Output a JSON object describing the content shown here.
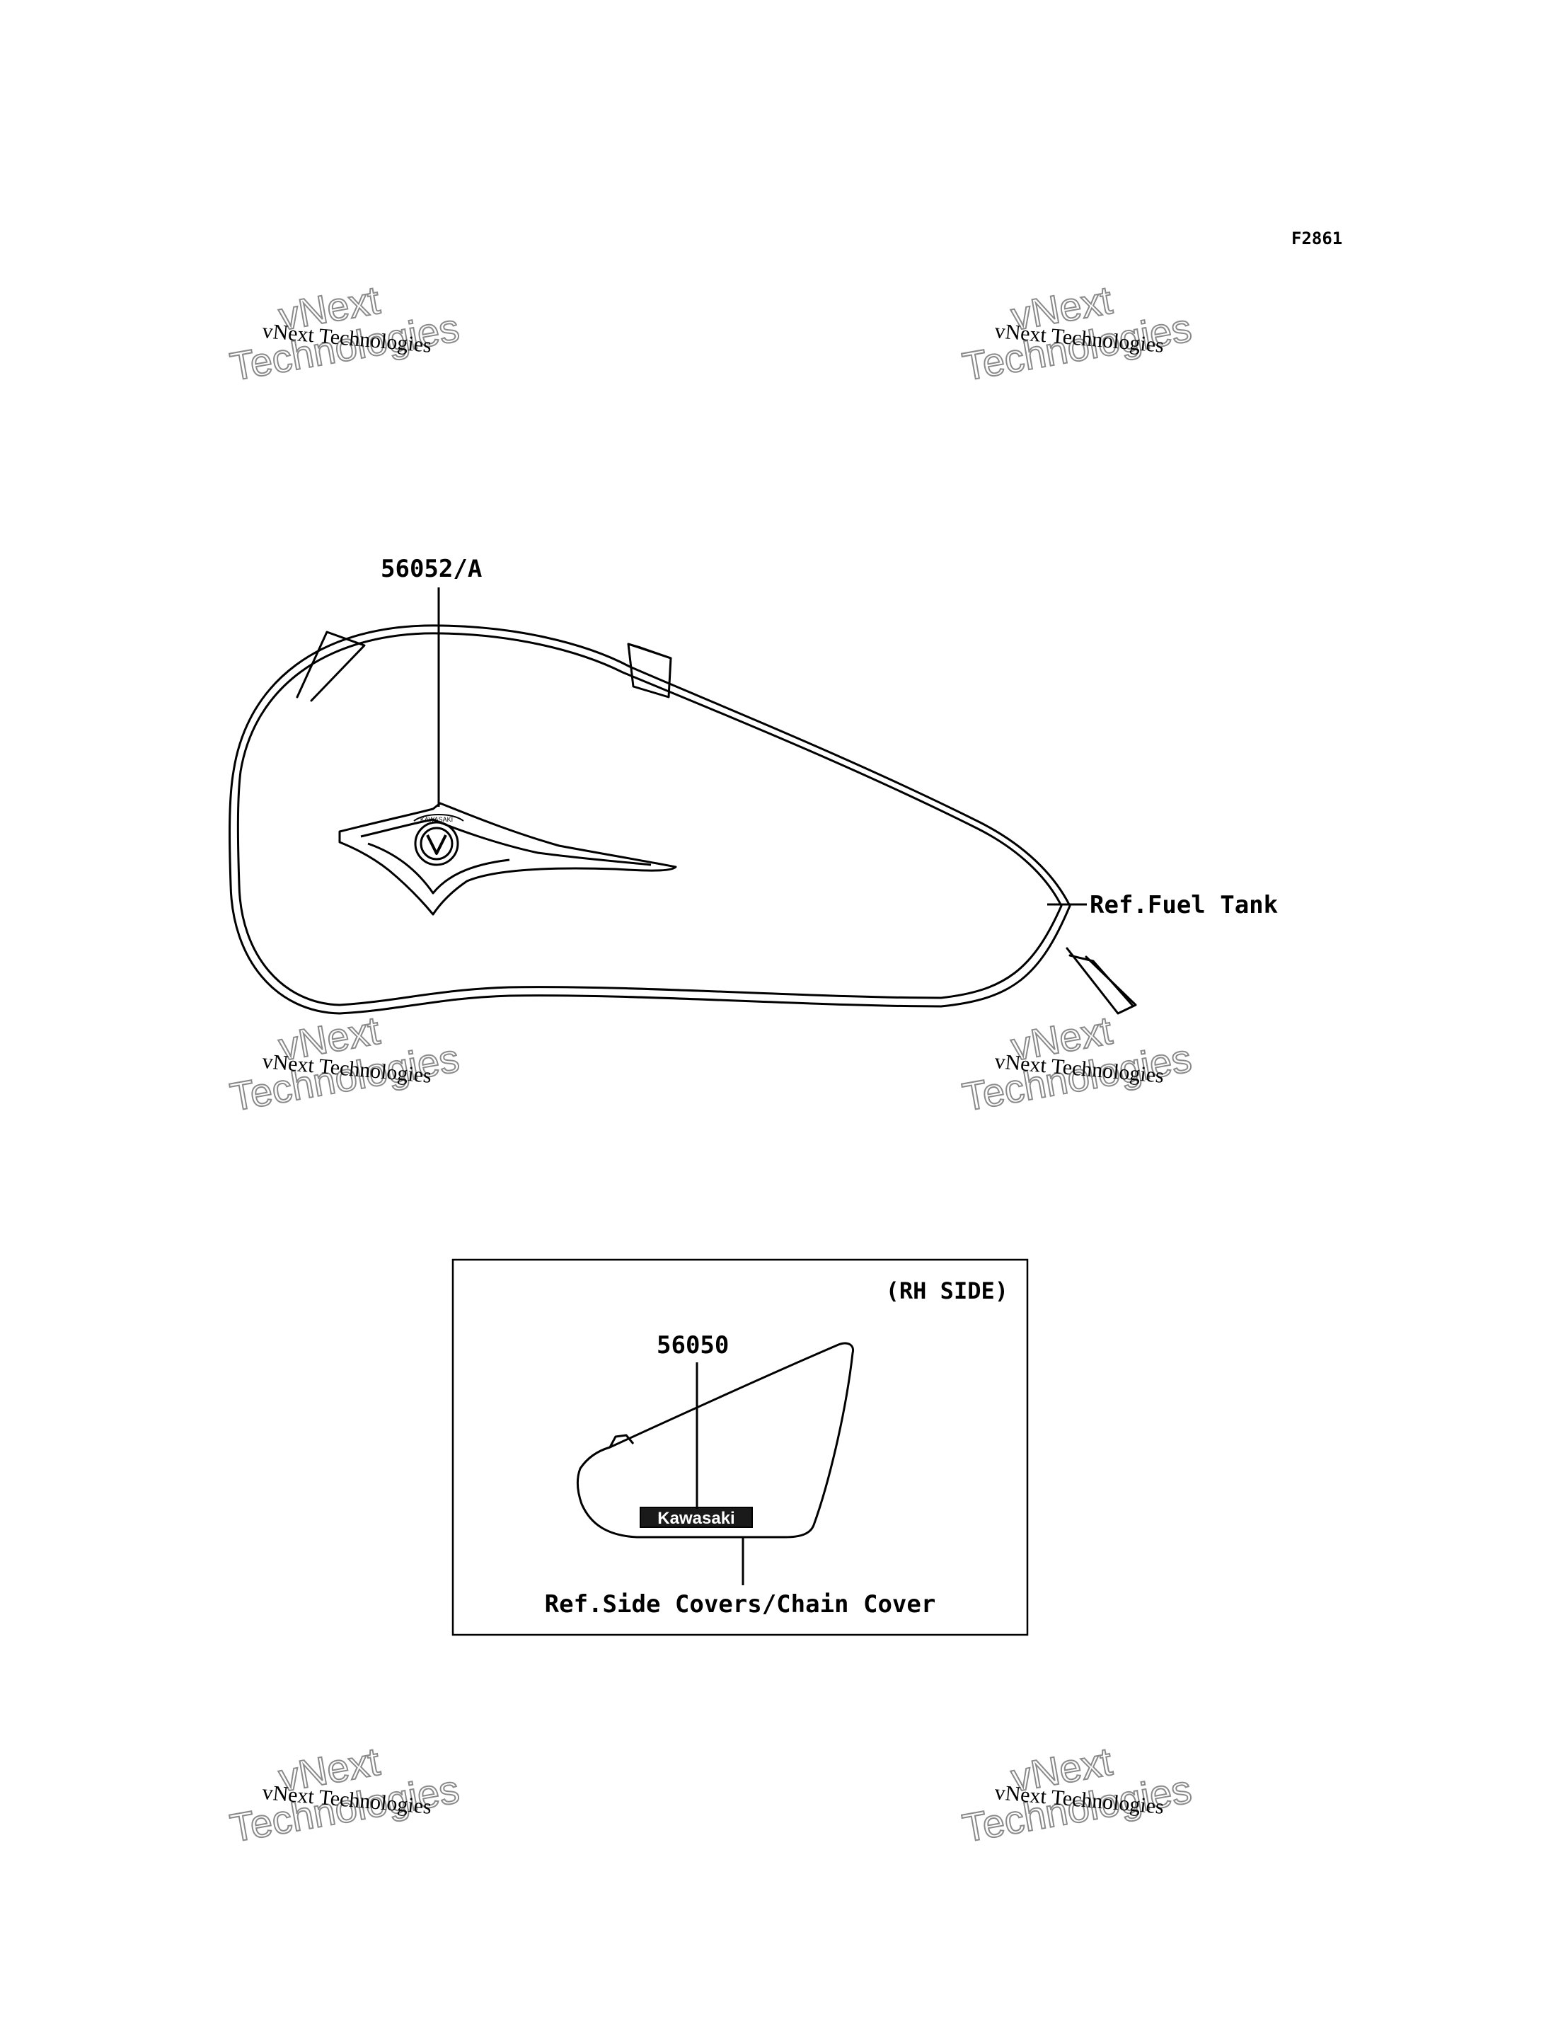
{
  "figure_id": "F2861",
  "watermark": {
    "line": "vNext Technologies",
    "big_top": "vNext",
    "big_bottom": "Technologies"
  },
  "fuel_tank": {
    "part_label": "56052/A",
    "ref_label": "Ref.Fuel Tank",
    "emblem_text": "KAWASAKI"
  },
  "side_cover_box": {
    "side_label": "(RH SIDE)",
    "part_label": "56050",
    "ref_label": "Ref.Side Covers/Chain Cover",
    "decal_text": "Kawasaki"
  }
}
